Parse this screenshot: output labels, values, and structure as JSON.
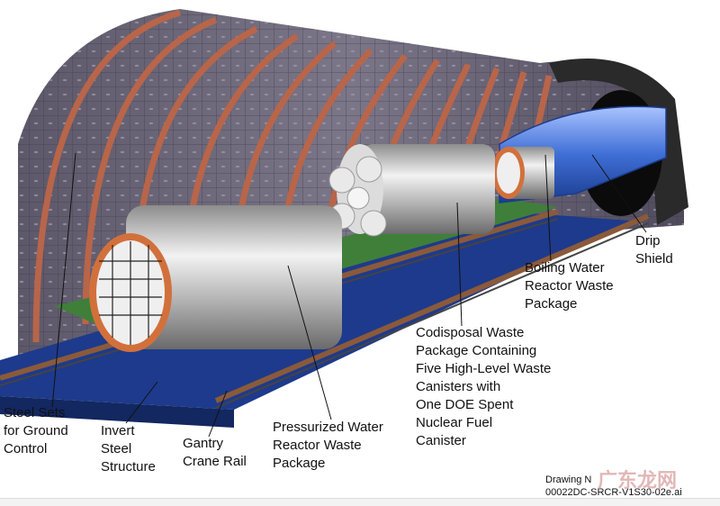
{
  "labels": {
    "steel_sets": [
      "Steel Sets",
      "for Ground",
      "Control"
    ],
    "invert_steel": [
      "Invert",
      "Steel",
      "Structure"
    ],
    "gantry_rail": [
      "Gantry",
      "Crane Rail"
    ],
    "pwr_package": [
      "Pressurized Water",
      "Reactor Waste",
      "Package"
    ],
    "codisposal": [
      "Codisposal Waste",
      "Package Containing",
      "Five High-Level Waste",
      "Canisters with",
      "One DOE Spent",
      "Nuclear Fuel",
      "Canister"
    ],
    "bwr_package": [
      "Boiling Water",
      "Reactor Waste",
      "Package"
    ],
    "drip_shield": [
      "Drip",
      "Shield"
    ]
  },
  "drawing_number": [
    "Drawing N",
    "00022DC-SRCR-V1S30-02e.ai"
  ],
  "watermark": "广东龙网",
  "colors": {
    "tunnel_rock": "#6f6a7e",
    "steel_sets": "#b8654a",
    "invert_blue": "#1e3a8c",
    "invert_green": "#3f7f3a",
    "package_steel": "#b9b9b9",
    "drip_shield": "#3f6fd6",
    "fuel_orange": "#d2703c"
  }
}
